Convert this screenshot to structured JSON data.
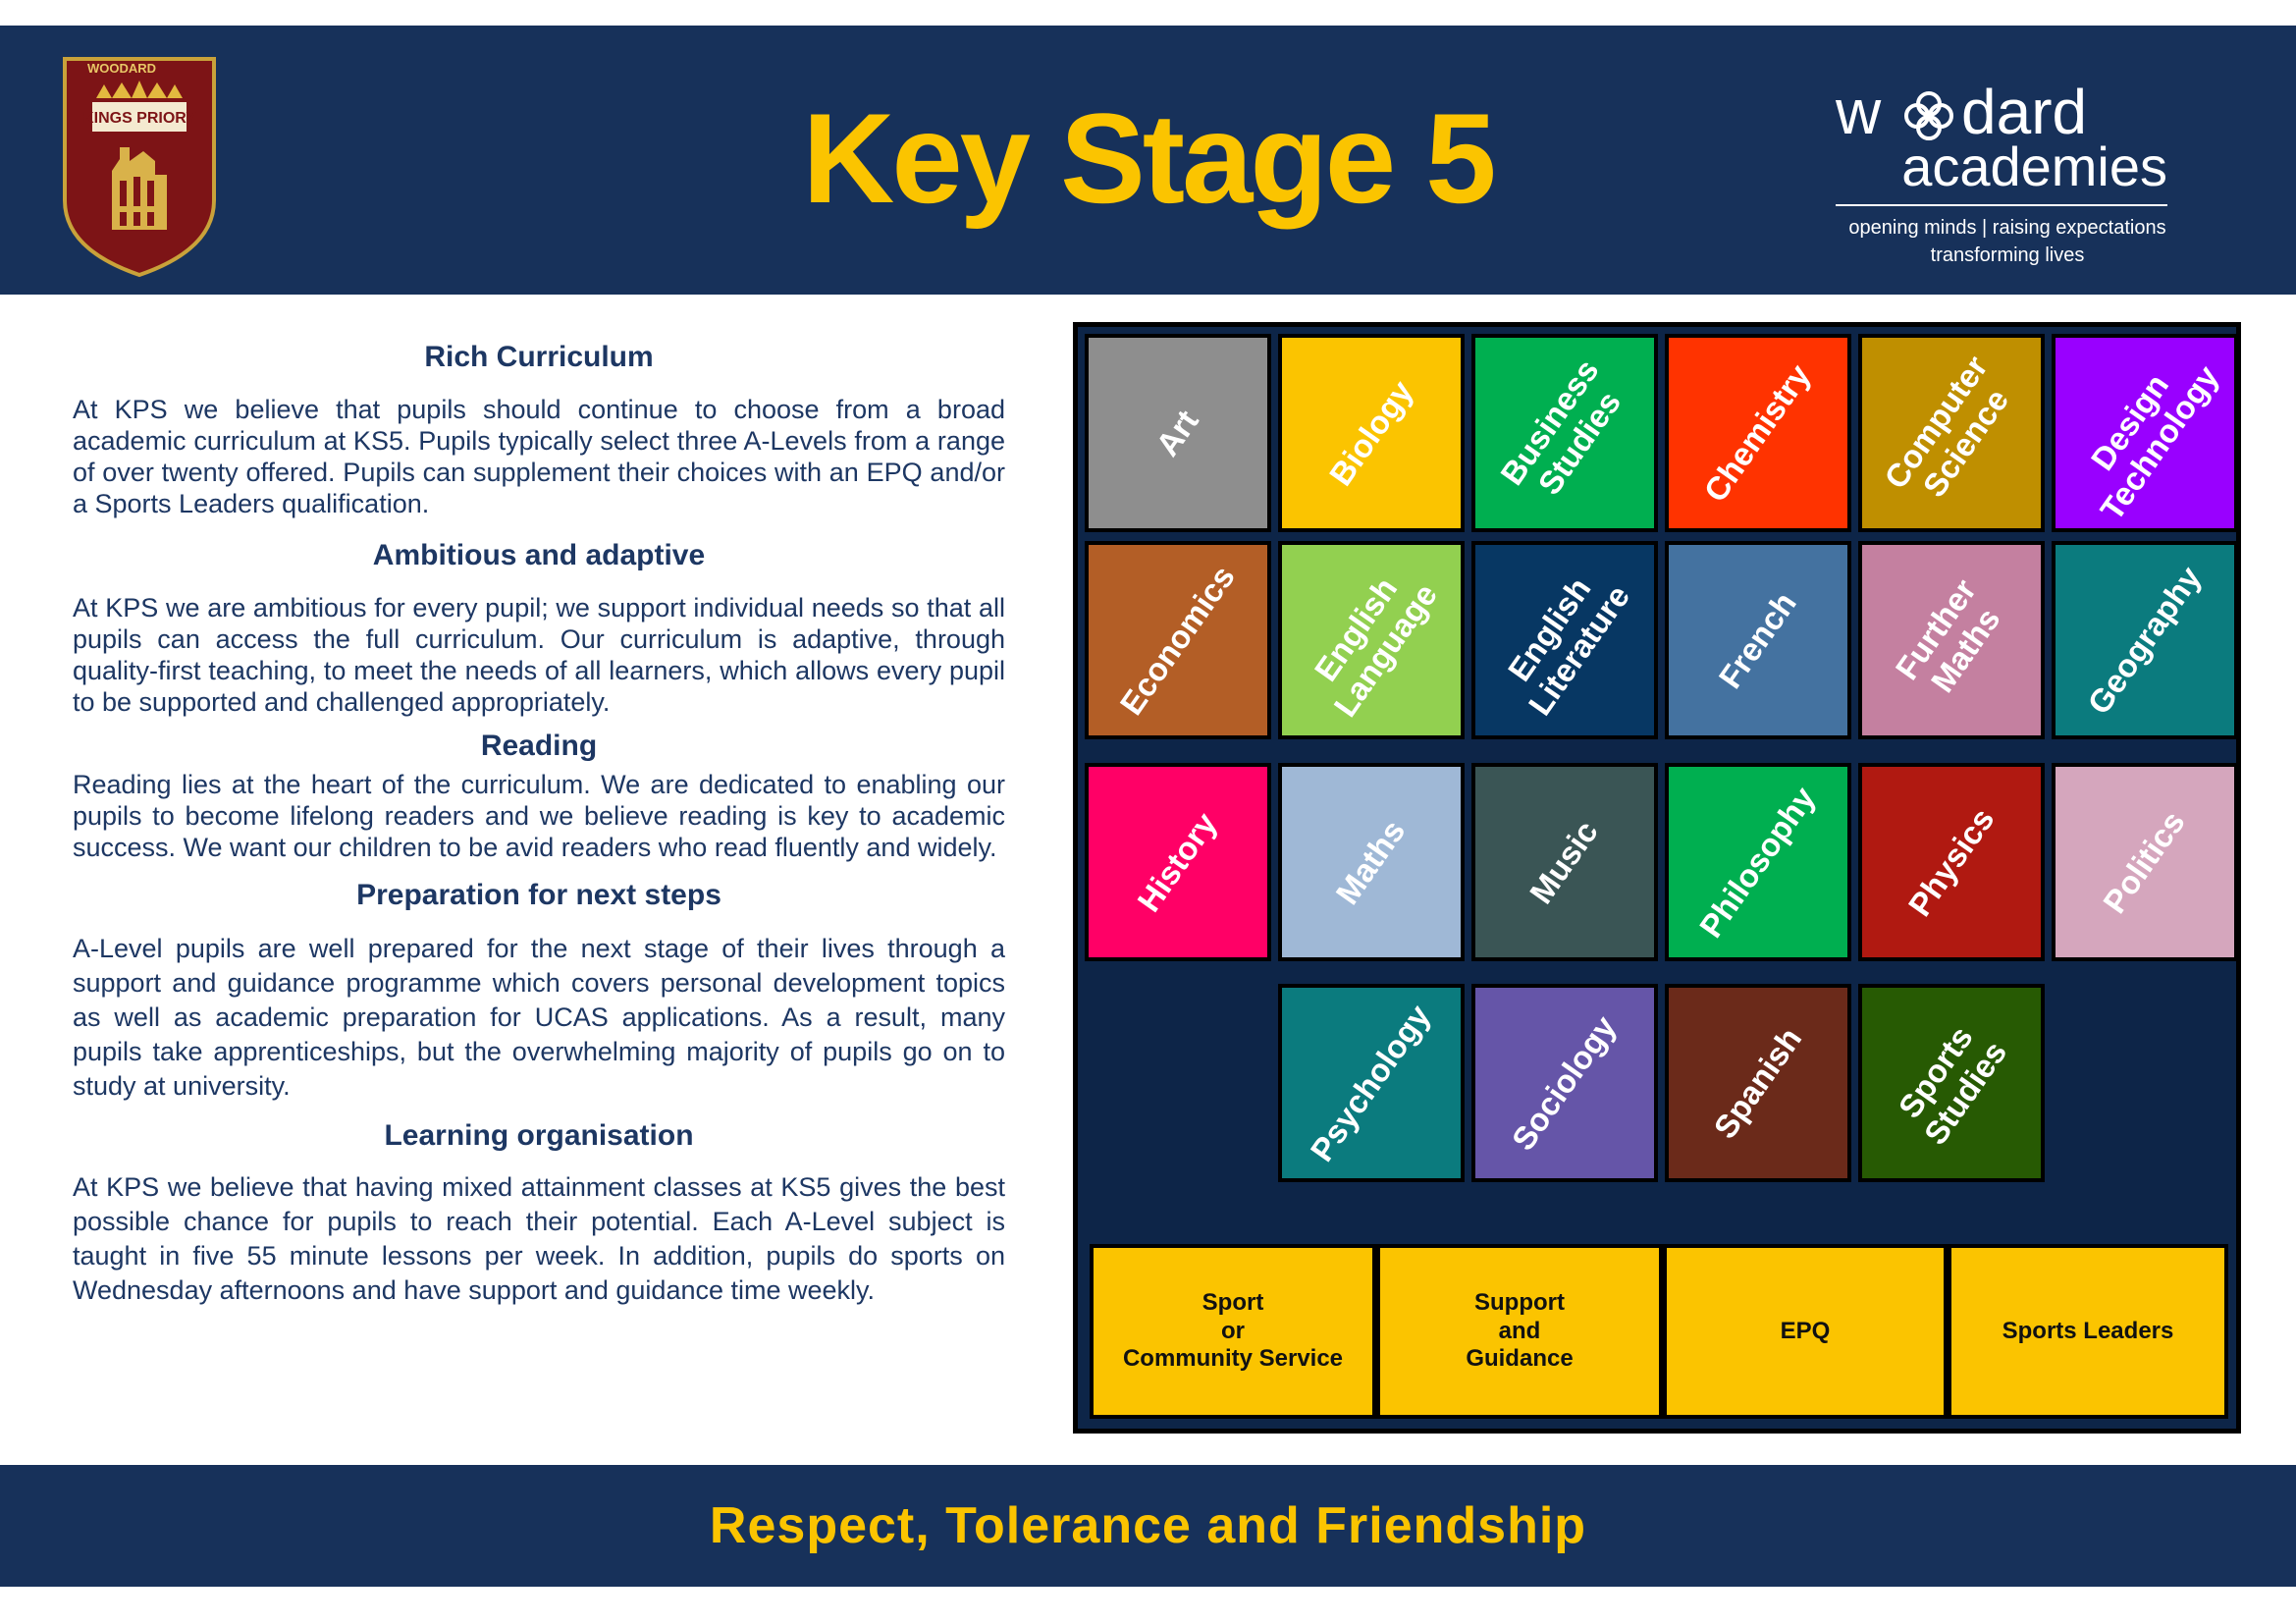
{
  "header": {
    "title": "Key Stage 5",
    "crest": {
      "top_text": "WOODARD",
      "school": "KINGS PRIORY"
    },
    "brand": {
      "name_part1": "w",
      "name_part2": "dard",
      "name_sub": "academies",
      "tagline1": "opening minds | raising expectations",
      "tagline2": "transforming lives"
    }
  },
  "sections": [
    {
      "heading": "Rich Curriculum",
      "body": "At KPS we believe that pupils should continue to choose from a broad academic curriculum at KS5. Pupils typically select three A-Levels from a range of over twenty offered. Pupils can supplement their choices with an EPQ and/or a Sports Leaders qualification."
    },
    {
      "heading": "Ambitious and adaptive",
      "body": "At KPS we are ambitious for every pupil; we support individual needs so that all pupils can access the full curriculum.  Our curriculum is adaptive, through quality-first teaching, to meet the needs of all learners, which allows every pupil to be supported and challenged appropriately."
    },
    {
      "heading": "Reading",
      "body": "Reading lies at the heart of the curriculum. We are dedicated to enabling our pupils to become lifelong readers and we believe reading is key to academic success. We want our children to be avid readers who read fluently and widely."
    },
    {
      "heading": "Preparation for next steps",
      "body": "A-Level pupils are well prepared for the next stage of their lives through a support and guidance programme which covers personal development topics as well as academic preparation for UCAS applications.  As a result, many pupils take apprenticeships, but the overwhelming majority of pupils go on to study at university."
    },
    {
      "heading": "Learning organisation",
      "body": "At KPS we believe that having mixed attainment classes at KS5 gives the best possible chance for pupils to reach their potential. Each A-Level subject is taught in five 55 minute lessons per week. In addition, pupils do sports on Wednesday afternoons and have support and guidance time weekly."
    }
  ],
  "subjects": [
    {
      "label": "Art",
      "color": "#8e8e8e"
    },
    {
      "label": "Biology",
      "color": "#fbc400"
    },
    {
      "label": "Business\nStudies",
      "color": "#00af50"
    },
    {
      "label": "Chemistry",
      "color": "#ff3300"
    },
    {
      "label": "Computer\nScience",
      "color": "#bf8f00"
    },
    {
      "label": "Design\nTechnology",
      "color": "#9900ff"
    },
    {
      "label": "Economics",
      "color": "#b35e26"
    },
    {
      "label": "English\nLanguage",
      "color": "#92d050"
    },
    {
      "label": "English\nLiterature",
      "color": "#073763"
    },
    {
      "label": "French",
      "color": "#4472a0"
    },
    {
      "label": "Further\nMaths",
      "color": "#c480a0"
    },
    {
      "label": "Geography",
      "color": "#0b7b7e"
    },
    {
      "label": "History",
      "color": "#ff0066"
    },
    {
      "label": "Maths",
      "color": "#9fb8d6"
    },
    {
      "label": "Music",
      "color": "#3a5555"
    },
    {
      "label": "Philosophy",
      "color": "#00af50"
    },
    {
      "label": "Physics",
      "color": "#b01911"
    },
    {
      "label": "Politics",
      "color": "#d5a6bd"
    },
    {
      "label": "Psychology",
      "color": "#0b7b7e"
    },
    {
      "label": "Sociology",
      "color": "#6555a8"
    },
    {
      "label": "Spanish",
      "color": "#6b2a1a"
    },
    {
      "label": "Sports\nStudies",
      "color": "#275a03"
    }
  ],
  "enrichment": [
    {
      "label": "Sport\nor\nCommunity Service"
    },
    {
      "label": "Support\nand\nGuidance"
    },
    {
      "label": "EPQ"
    },
    {
      "label": "Sports Leaders"
    }
  ],
  "footer": {
    "motto": "Respect, Tolerance and Friendship"
  },
  "colors": {
    "navy": "#17315a",
    "gold": "#fbc400",
    "text": "#1d3763"
  }
}
